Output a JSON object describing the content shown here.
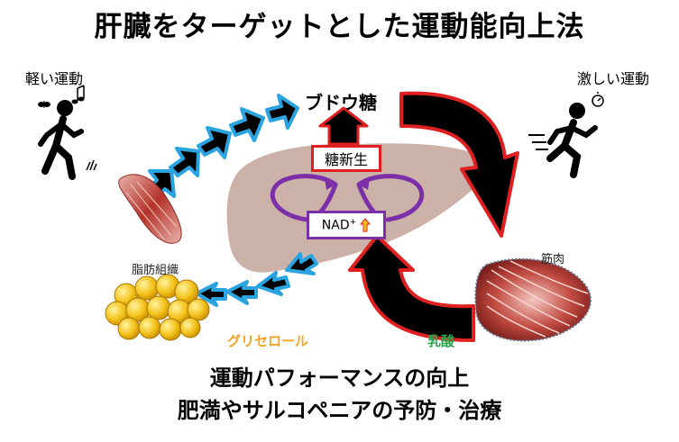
{
  "title": "肝臓をターゲットとした運動能向上法",
  "left_exercise_label": "軽い運動",
  "right_exercise_label": "激しい運動",
  "adipose_label": "脂肪組織",
  "muscle_label": "筋肉",
  "glucose_label": "ブドウ糖",
  "gluconeogenesis_label": "糖新生",
  "nad_label": "NAD",
  "nad_superscript": "+",
  "glycerol_label": "グリセロール",
  "lactate_label": "乳酸",
  "outcome_line1": "運動パフォーマンスの向上",
  "outcome_line2": "肥満やサルコペニアの予防・治療",
  "colors": {
    "arrow_outline_blue": "#2aa4e0",
    "arrow_black": "#000000",
    "red_outline": "#e02020",
    "purple": "#7b2fa8",
    "liver": "#c9ada3",
    "fat": "#f4c21a",
    "glycerol": "#f5a21c",
    "lactate": "#2aa24a"
  }
}
